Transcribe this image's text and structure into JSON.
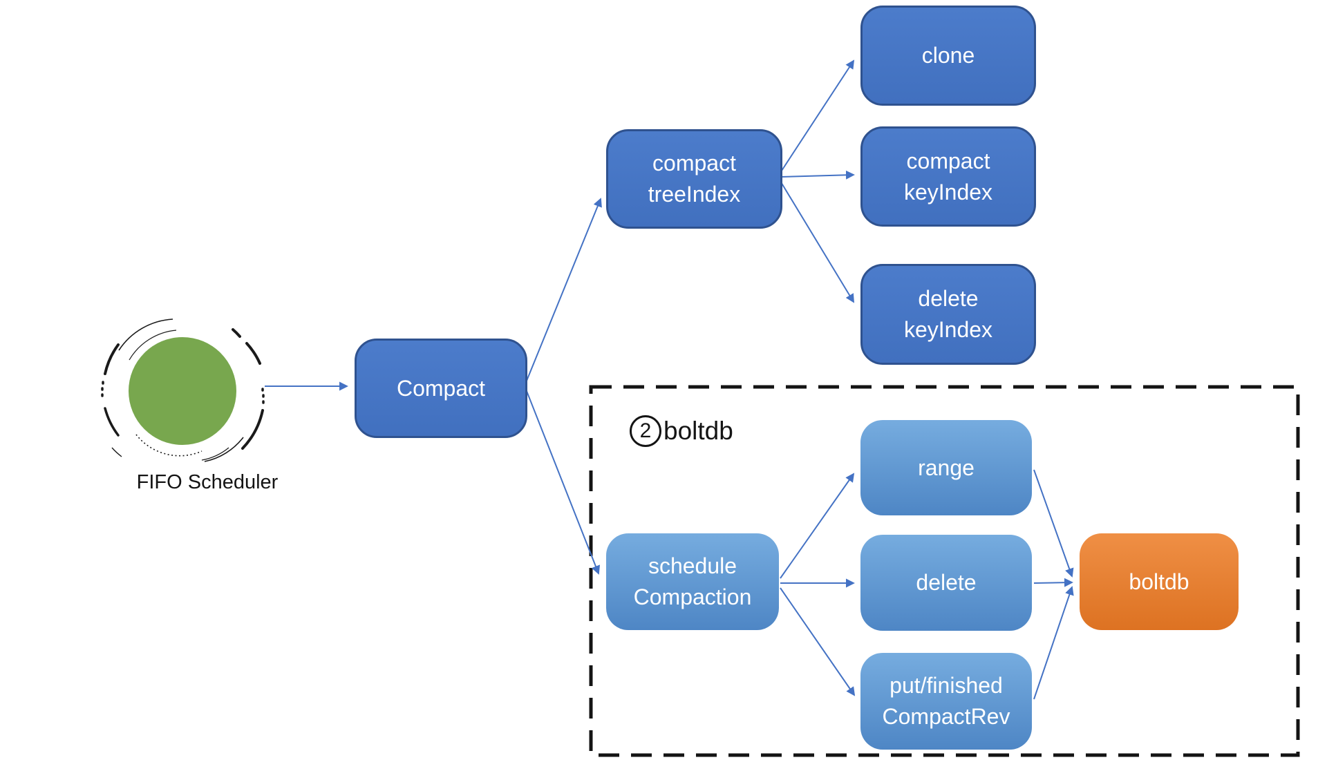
{
  "palette": {
    "arrow_blue": "#4472C4",
    "node_blue": "#4472C4",
    "node_blue_border": "#2F528F",
    "node_light_blue": "#5B9BD5",
    "node_orange": "#ED7D31",
    "scheduler_green": "#78A74E",
    "outline_black": "#141414",
    "text_white": "#FFFFFF"
  },
  "scheduler": {
    "label": "FIFO Scheduler"
  },
  "group": {
    "badge": "2",
    "label": "boltdb"
  },
  "nodes": {
    "compact": {
      "label": "Compact"
    },
    "compact_tree_index": {
      "label": "compact\ntreeIndex"
    },
    "clone": {
      "label": "clone"
    },
    "compact_key_index": {
      "label": "compact\nkeyIndex"
    },
    "delete_key_index": {
      "label": "delete\nkeyIndex"
    },
    "schedule_compaction": {
      "label": "schedule\nCompaction"
    },
    "range": {
      "label": "range"
    },
    "delete": {
      "label": "delete"
    },
    "put_finished_compact_rev": {
      "label": "put/finished\nCompactRev"
    },
    "boltdb": {
      "label": "boltdb"
    }
  },
  "edges": [
    {
      "from": "fifo-scheduler",
      "to": "compact"
    },
    {
      "from": "compact",
      "to": "compact-tree-index"
    },
    {
      "from": "compact",
      "to": "schedule-compaction"
    },
    {
      "from": "compact-tree-index",
      "to": "clone"
    },
    {
      "from": "compact-tree-index",
      "to": "compact-key-index"
    },
    {
      "from": "compact-tree-index",
      "to": "delete-key-index"
    },
    {
      "from": "schedule-compaction",
      "to": "range"
    },
    {
      "from": "schedule-compaction",
      "to": "delete"
    },
    {
      "from": "schedule-compaction",
      "to": "put-finished-compact-rev"
    },
    {
      "from": "range",
      "to": "boltdb"
    },
    {
      "from": "delete",
      "to": "boltdb"
    },
    {
      "from": "put-finished-compact-rev",
      "to": "boltdb"
    }
  ]
}
